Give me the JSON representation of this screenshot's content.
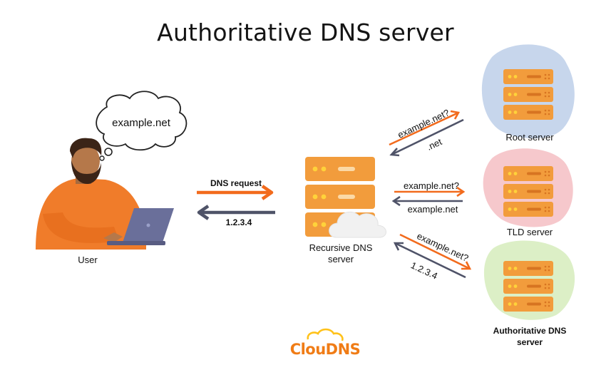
{
  "title": "Authoritative DNS server",
  "colors": {
    "orange": "#f26b1d",
    "slate": "#4f5368",
    "root_blob": "#c7d6ec",
    "tld_blob": "#f6c8cc",
    "auth_blob": "#dcefc6",
    "server_body": "#f29c3c",
    "server_light": "#f5b35d"
  },
  "user": {
    "label": "User",
    "thought": "example.net"
  },
  "recursive": {
    "label_line1": "Recursive DNS",
    "label_line2": "server"
  },
  "request": {
    "label": "DNS request",
    "response": "1.2.3.4"
  },
  "root": {
    "label": "Root server",
    "query": "example.net?",
    "answer": ".net"
  },
  "tld": {
    "label": "TLD server",
    "query": "example.net?",
    "answer": "example.net"
  },
  "auth": {
    "label_line1": "Authoritative DNS",
    "label_line2": "server",
    "query": "example.net?",
    "answer": "1.2.3.4"
  },
  "logo": {
    "text": "ClouDNS"
  }
}
